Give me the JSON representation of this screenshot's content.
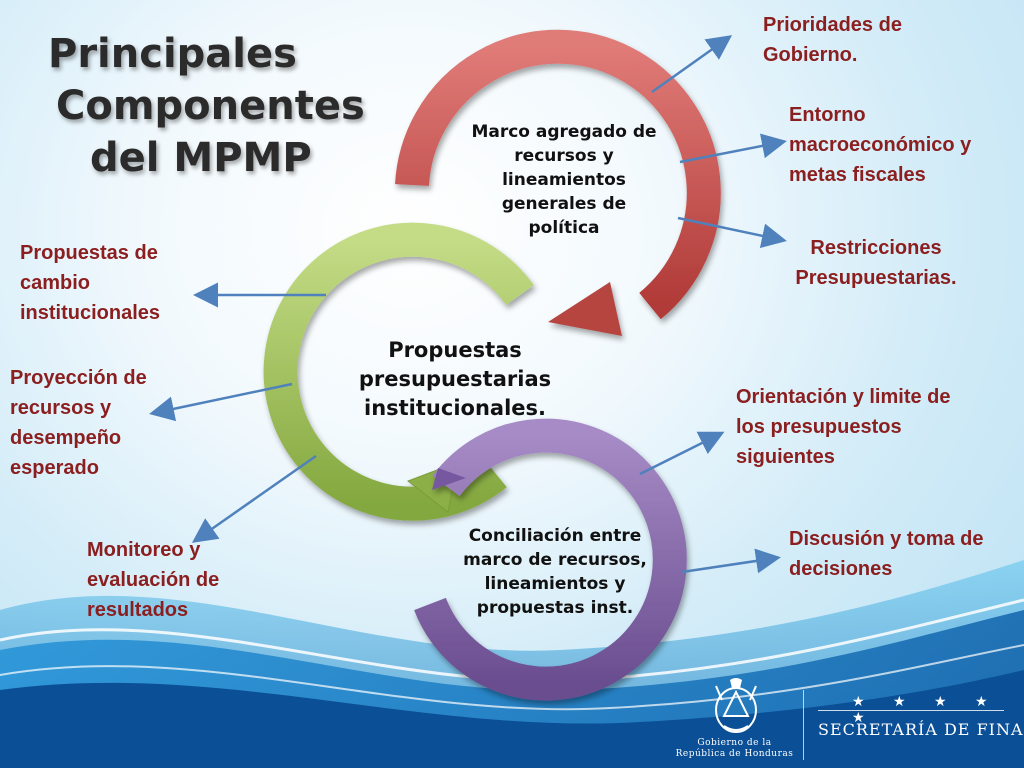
{
  "slide": {
    "title": [
      "Principales",
      "Componentes",
      "del MPMP"
    ]
  },
  "cycle": {
    "red": "Marco agregado de recursos y lineamientos generales de política",
    "green": "Propuestas presupuestarias institucionales.",
    "purple": "Conciliación entre marco de recursos, lineamientos y propuestas inst."
  },
  "labels": {
    "prioridades": "Prioridades de Gobierno.",
    "entorno": "Entorno macroeconómico y metas fiscales",
    "restricciones": "Restricciones Presupuestarias.",
    "propuestas_cambio": "Propuestas de cambio institucionales",
    "proyeccion": "Proyección de recursos y desempeño esperado",
    "orientacion": "Orientación y limite de los presupuestos siguientes",
    "discusion": "Discusión y toma de decisiones",
    "monitoreo": "Monitoreo y evaluación de resultados"
  },
  "footer": {
    "gobierno": "Gobierno de la República de Honduras",
    "secretaria": "SECRETARÍA DE FINANZAS",
    "stars": "★ ★ ★ ★ ★"
  },
  "colors": {
    "red_ring": "#c0504d",
    "green_ring": "#9bbb59",
    "purple_ring": "#8064a2",
    "label_text": "#8b1e1e",
    "connector": "#4f81bd",
    "wave": "#1b7fc4"
  }
}
